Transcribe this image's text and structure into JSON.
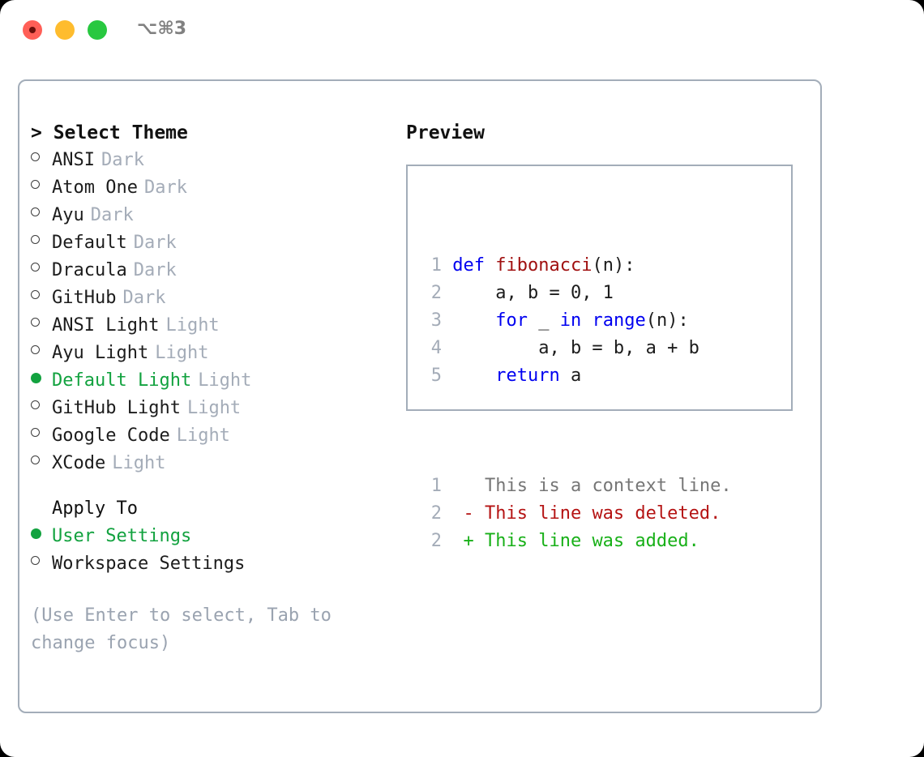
{
  "titlebar": {
    "shortcut": "⌥⌘3",
    "buttons": [
      {
        "name": "close",
        "color": "#ff5f57"
      },
      {
        "name": "minimize",
        "color": "#febc2e"
      },
      {
        "name": "maximize",
        "color": "#28c840"
      }
    ]
  },
  "colors": {
    "selected_green": "#12a23f",
    "muted_gray": "#a4acb8",
    "border": "#a3adb9",
    "keyword_blue": "#0000f0",
    "function_red": "#a01010",
    "diff_deleted": "#b51414",
    "diff_added": "#18b018",
    "text": "#1c1c1c"
  },
  "theme_picker": {
    "title": "> Select Theme",
    "items": [
      {
        "marker": "o",
        "label": "ANSI",
        "suffix": "Dark",
        "selected": false
      },
      {
        "marker": "o",
        "label": "Atom One",
        "suffix": "Dark",
        "selected": false
      },
      {
        "marker": "o",
        "label": "Ayu",
        "suffix": "Dark",
        "selected": false
      },
      {
        "marker": "o",
        "label": "Default",
        "suffix": "Dark",
        "selected": false
      },
      {
        "marker": "o",
        "label": "Dracula",
        "suffix": "Dark",
        "selected": false
      },
      {
        "marker": "o",
        "label": "GitHub",
        "suffix": "Dark",
        "selected": false
      },
      {
        "marker": "o",
        "label": "ANSI Light",
        "suffix": "Light",
        "selected": false
      },
      {
        "marker": "o",
        "label": "Ayu Light",
        "suffix": "Light",
        "selected": false
      },
      {
        "marker": "●",
        "label": "Default Light",
        "suffix": "Light",
        "selected": true
      },
      {
        "marker": "o",
        "label": "GitHub Light",
        "suffix": "Light",
        "selected": false
      },
      {
        "marker": "o",
        "label": "Google Code",
        "suffix": "Light",
        "selected": false
      },
      {
        "marker": "o",
        "label": "XCode",
        "suffix": "Light",
        "selected": false
      }
    ]
  },
  "apply_to": {
    "title": "Apply To",
    "items": [
      {
        "marker": "●",
        "label": "User Settings",
        "selected": true
      },
      {
        "marker": "o",
        "label": "Workspace Settings",
        "selected": false
      }
    ]
  },
  "hint": "(Use Enter to select, Tab to change focus)",
  "preview": {
    "title": "Preview",
    "code_lines": [
      {
        "no": "1",
        "tokens": [
          {
            "t": "def ",
            "c": "kw"
          },
          {
            "t": "fibonacci",
            "c": "fn"
          },
          {
            "t": "(n):",
            "c": "pl"
          }
        ]
      },
      {
        "no": "2",
        "tokens": [
          {
            "t": "    a, b = 0, 1",
            "c": "pl"
          }
        ]
      },
      {
        "no": "3",
        "tokens": [
          {
            "t": "    ",
            "c": "pl"
          },
          {
            "t": "for",
            "c": "kw"
          },
          {
            "t": " _ ",
            "c": "pl"
          },
          {
            "t": "in",
            "c": "kw"
          },
          {
            "t": " ",
            "c": "pl"
          },
          {
            "t": "range",
            "c": "kw"
          },
          {
            "t": "(n):",
            "c": "pl"
          }
        ]
      },
      {
        "no": "4",
        "tokens": [
          {
            "t": "        a, b = b, a + b",
            "c": "pl"
          }
        ]
      },
      {
        "no": "5",
        "tokens": [
          {
            "t": "    ",
            "c": "pl"
          },
          {
            "t": "return",
            "c": "kw"
          },
          {
            "t": " a",
            "c": "pl"
          }
        ]
      }
    ],
    "diff_lines": [
      {
        "no": "1",
        "sign": "  ",
        "text": "This is a context line.",
        "c": "ctx"
      },
      {
        "no": "2",
        "sign": "- ",
        "text": "This line was deleted.",
        "c": "del"
      },
      {
        "no": "2",
        "sign": "+ ",
        "text": "This line was added.",
        "c": "add"
      }
    ]
  }
}
